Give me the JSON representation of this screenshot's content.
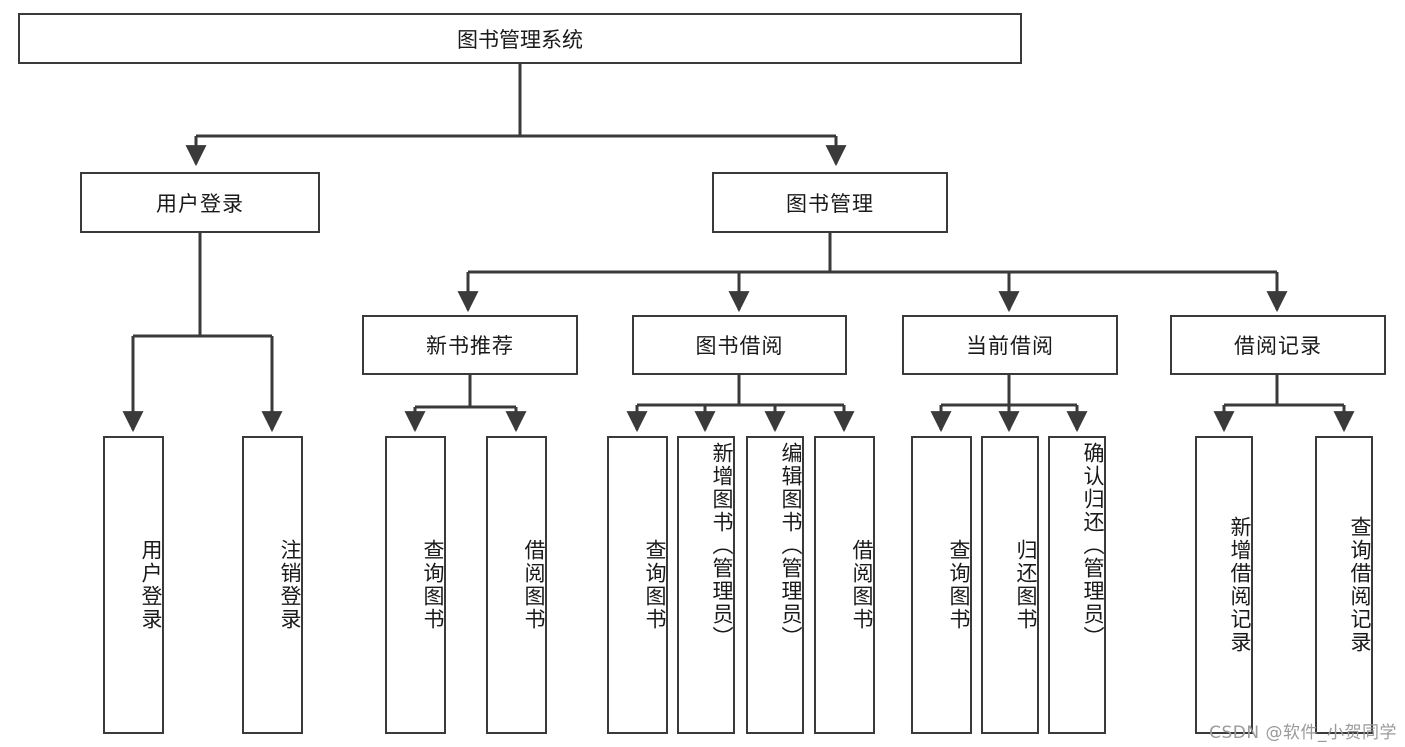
{
  "diagram": {
    "title": "图书管理系统",
    "type": "hierarchy-tree",
    "watermark": "CSDN @软件_小贺同学",
    "colors": {
      "background": "#ffffff",
      "stroke": "#3a3a3a",
      "text": "#1a1a1a",
      "watermark": "#9a9a9a"
    },
    "root": {
      "label": "图书管理系统"
    },
    "level2": [
      {
        "label": "用户登录"
      },
      {
        "label": "图书管理"
      }
    ],
    "level3": [
      {
        "label": "新书推荐"
      },
      {
        "label": "图书借阅"
      },
      {
        "label": "当前借阅"
      },
      {
        "label": "借阅记录"
      }
    ],
    "leaves": {
      "user_login": [
        {
          "label": "用户登录"
        },
        {
          "label": "注销登录"
        }
      ],
      "new_book_recommend": [
        {
          "label": "查询图书"
        },
        {
          "label": "借阅图书"
        }
      ],
      "book_borrow": [
        {
          "label": "查询图书"
        },
        {
          "label": "新增图书（管理员）"
        },
        {
          "label": "编辑图书（管理员）"
        },
        {
          "label": "借阅图书"
        }
      ],
      "current_borrow": [
        {
          "label": "查询图书"
        },
        {
          "label": "归还图书"
        },
        {
          "label": "确认归还（管理员）"
        }
      ],
      "borrow_record": [
        {
          "label": "新增借阅记录"
        },
        {
          "label": "查询借阅记录"
        }
      ]
    }
  }
}
